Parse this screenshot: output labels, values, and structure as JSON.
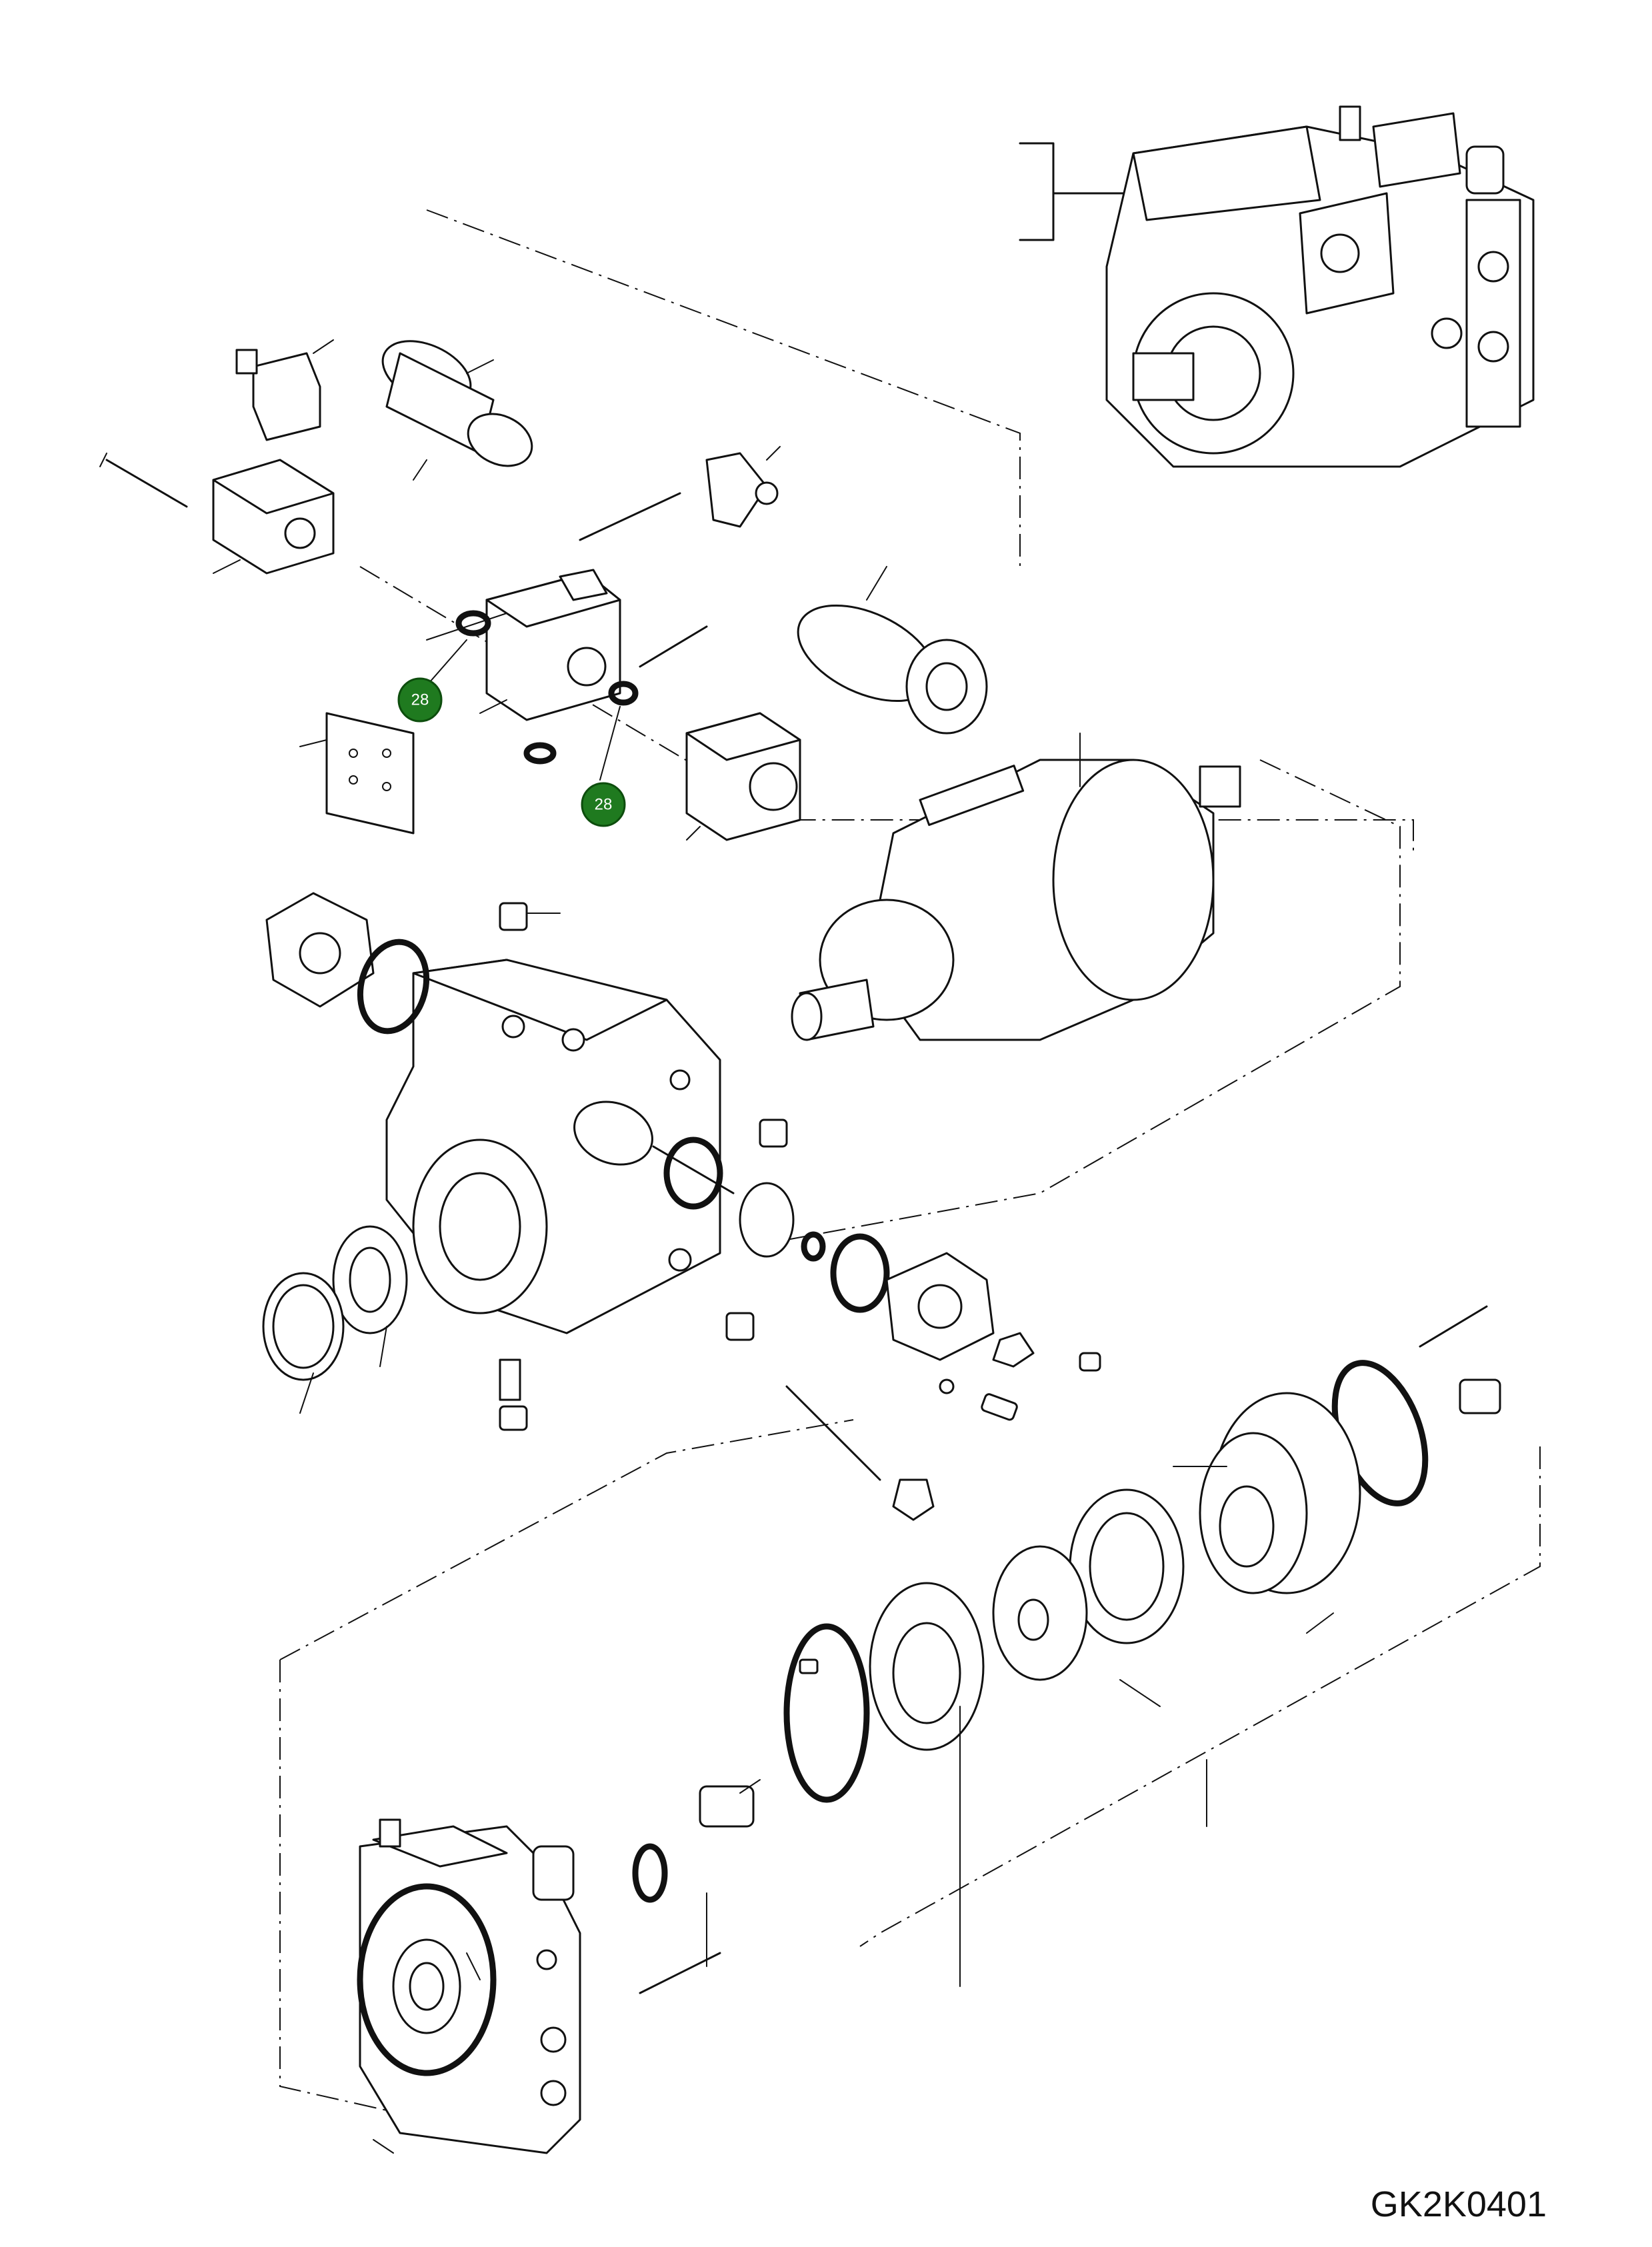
{
  "callouts": [
    {
      "label": "28",
      "accent": "#1f7a1f"
    },
    {
      "label": "28",
      "accent": "#1f7a1f"
    }
  ],
  "drawing_code": "GK2K0401"
}
